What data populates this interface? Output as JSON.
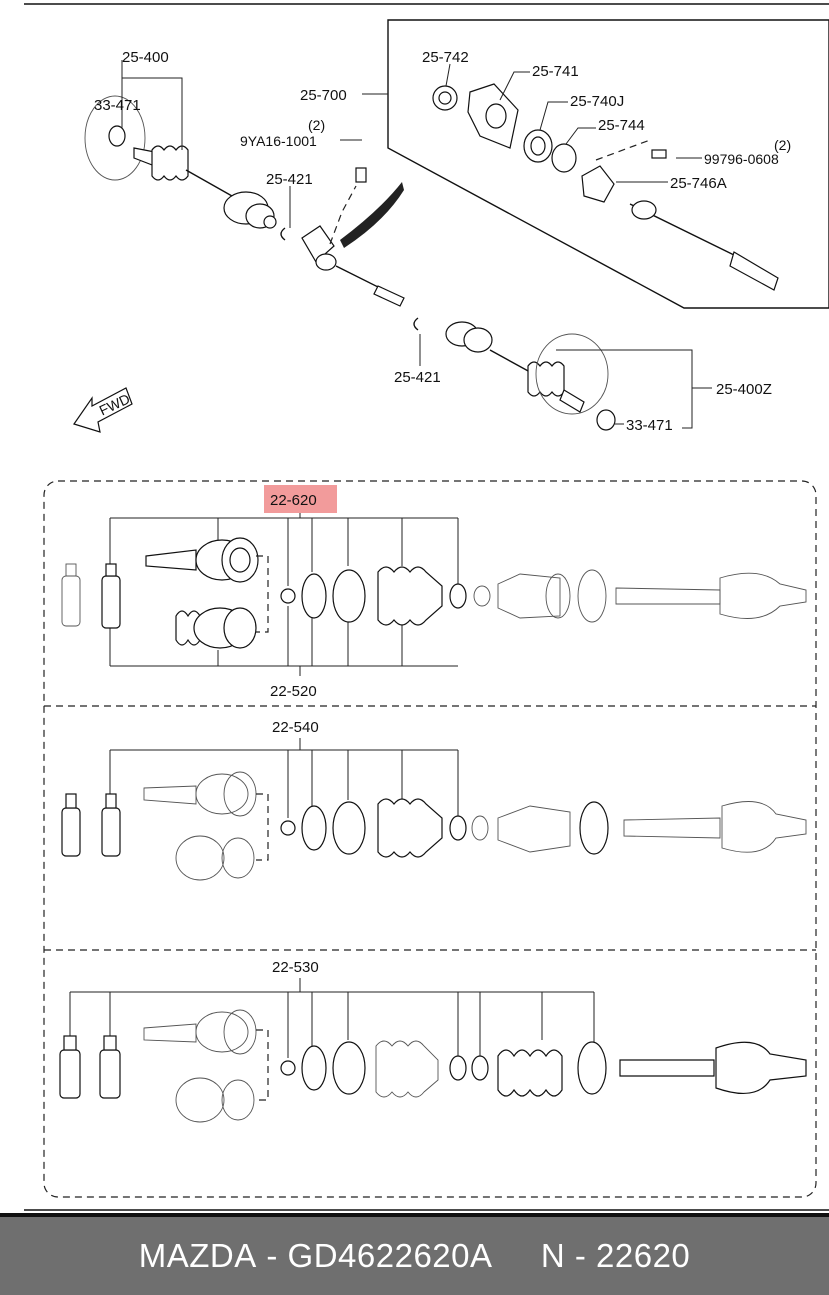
{
  "diagram": {
    "top_labels": {
      "l_25_400": "25-400",
      "l_33_471_a": "33-471",
      "l_25_700": "25-700",
      "l_2_a": "(2)",
      "l_9ya16": "9YA16-1001",
      "l_25_421_a": "25-421",
      "l_25_742": "25-742",
      "l_25_741": "25-741",
      "l_25_740j": "25-740J",
      "l_25_744": "25-744",
      "l_2_b": "(2)",
      "l_99796": "99796-0608",
      "l_25_746a": "25-746A",
      "l_25_421_b": "25-421",
      "l_25_400z": "25-400Z",
      "l_33_471_b": "33-471",
      "l_fwd": "FWD"
    },
    "kit_labels": {
      "l_22_620": "22-620",
      "l_22_520": "22-520",
      "l_22_540": "22-540",
      "l_22_530": "22-530"
    },
    "highlight_color": "#f08a8a"
  },
  "footer": {
    "brand": "MAZDA",
    "sep1": " - ",
    "part_number": "GD4622620A",
    "gap": "     ",
    "group": "N - 22620"
  }
}
